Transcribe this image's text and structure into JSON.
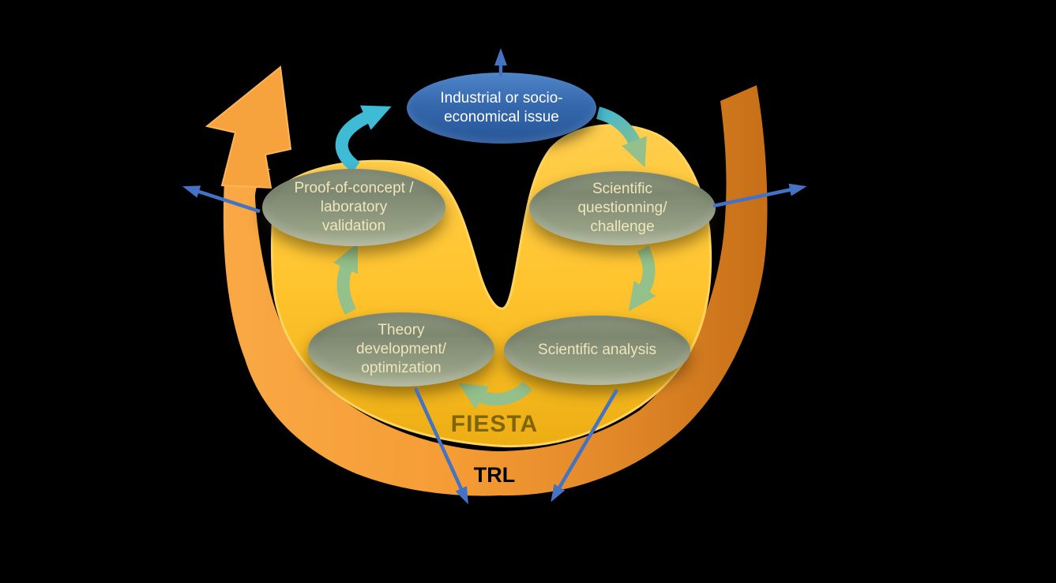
{
  "diagram": {
    "background_color": "#000000",
    "inner_cycle_label": "FIESTA",
    "outer_band_label": "TRL",
    "nodes": {
      "issue": {
        "label": "Industrial or socio-\neconomical issue"
      },
      "questioning": {
        "label": "Scientific\nquestionning/\nchallenge"
      },
      "analysis": {
        "label": "Scientific analysis"
      },
      "theory": {
        "label": "Theory\ndevelopment/\noptimization"
      },
      "proof": {
        "label": "Proof-of-concept /\nlaboratory\nvalidation"
      }
    },
    "colors": {
      "band_orange": "#F59C35",
      "band_orange_dark": "#C76F17",
      "blob_yellow": "#FFC42E",
      "node_gray_green": "#87917A",
      "node_text_cream": "#EFE6BB",
      "issue_blue": "#3668AE",
      "cycle_teal": "#41B9D4",
      "cycle_green": "#97C28F",
      "outward_arrow_blue": "#4472C4",
      "fiesta_text": "#7E640A",
      "trl_text": "#000000"
    },
    "icons": {
      "trl_band": "u-shaped-cycle-arrow-icon",
      "cycle_arrows": "curved-cycle-arrow-icon",
      "outward_arrows": "straight-outward-arrow-icon"
    }
  }
}
